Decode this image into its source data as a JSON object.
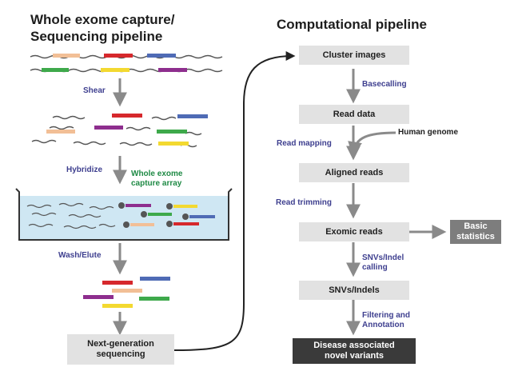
{
  "left_title": "Whole exome capture/\nSequencing pipeline",
  "right_title": "Computational pipeline",
  "left_steps": {
    "shear": "Shear",
    "hybridize": "Hybridize",
    "capture_array": "Whole exome\ncapture array",
    "wash_elute": "Wash/Elute",
    "ngs": "Next-generation\nsequencing"
  },
  "right_steps": {
    "cluster_images": "Cluster images",
    "basecalling": "Basecalling",
    "read_data": "Read data",
    "human_genome": "Human genome",
    "read_mapping": "Read mapping",
    "aligned_reads": "Aligned reads",
    "read_trimming": "Read trimming",
    "exomic_reads": "Exomic reads",
    "basic_statistics": "Basic\nstatistics",
    "snv_calling": "SNVs/Indel\ncalling",
    "snvs_indels": "SNVs/Indels",
    "filtering": "Filtering and\nAnnotation",
    "disease_variants": "Disease associated\nnovel variants"
  },
  "colors": {
    "arrow": "#8a8a8a",
    "label_blue": "#3e3f8f",
    "label_green": "#1f8a45",
    "box_light": "#e2e2e2",
    "box_dark": "#3a3a3a",
    "box_mid": "#7d7d7d",
    "liquid": "#cfe7f3",
    "fragments": [
      "#f2bf96",
      "#d6282c",
      "#4f6bb5",
      "#3ea94b",
      "#8e2e8e",
      "#f3d930"
    ]
  }
}
